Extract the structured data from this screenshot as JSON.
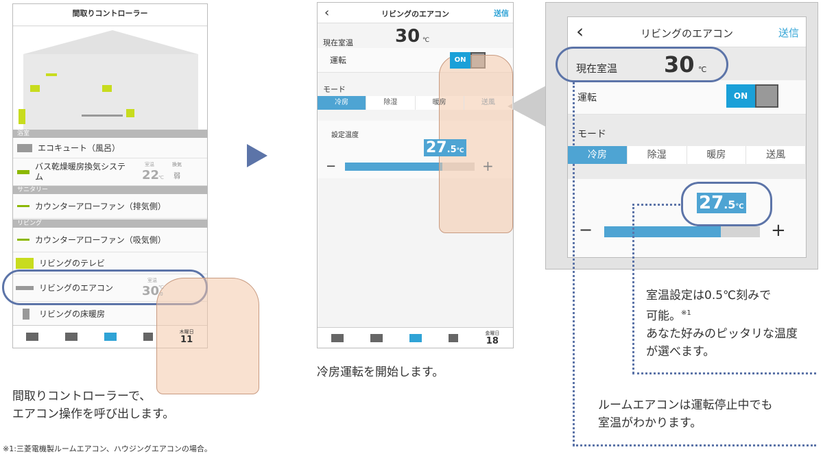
{
  "left_phone": {
    "title": "間取りコントローラー",
    "sections": [
      {
        "label": "浴室",
        "items": [
          {
            "name": "エコキュート（風呂）"
          },
          {
            "name": "バス乾燥暖房換気システム",
            "temp_label": "室温",
            "temp": "22",
            "temp_unit": "℃",
            "vent_label": "換気",
            "vent": "弱"
          }
        ]
      },
      {
        "label": "サニタリー",
        "items": [
          {
            "name": "カウンターアローファン（排気側）"
          }
        ]
      },
      {
        "label": "リビング",
        "items": [
          {
            "name": "カウンターアローファン（吸気側）"
          },
          {
            "name": "リビングのテレビ"
          },
          {
            "name": "リビングのエアコン",
            "temp_label": "室温",
            "temp": "30",
            "temp_unit": "℃",
            "temp_dec": ".0"
          },
          {
            "name": "リビングの床暖房"
          }
        ]
      }
    ],
    "tabbar": {
      "day_label": "木曜日",
      "day": "11"
    }
  },
  "middle_phone": {
    "title": "リビングのエアコン",
    "send": "送信",
    "room_temp_label": "現在室温",
    "room_temp": "30",
    "unit": "℃",
    "operation_label": "運転",
    "toggle": "ON",
    "mode_label": "モード",
    "modes": [
      "冷房",
      "除湿",
      "暖房",
      "送風"
    ],
    "active_mode": "冷房",
    "set_temp_label": "設定温度",
    "set_temp_int": "27",
    "set_temp_dec": ".5",
    "minus": "−",
    "plus": "+",
    "slider_level": 0.75,
    "tabbar": {
      "day_label": "金曜日",
      "day": "18"
    }
  },
  "zoom_view": {
    "title": "リビングのエアコン",
    "send": "送信",
    "room_temp_label": "現在室温",
    "room_temp": "30",
    "unit": "℃",
    "operation_label": "運転",
    "toggle": "ON",
    "mode_label": "モード",
    "modes": [
      "冷房",
      "除湿",
      "暖房",
      "送風"
    ],
    "set_temp_int": "27",
    "set_temp_dec": ".5",
    "minus": "−",
    "plus": "+",
    "slider_level": 0.75
  },
  "captions": {
    "step1_line1": "間取りコントローラーで、",
    "step1_line2": "エアコン操作を呼び出します。",
    "step2": "冷房運転を開始します。",
    "note1_line1": "室温設定は0.5℃刻みで",
    "note1_line2": "可能。",
    "note1_ref": "※1",
    "note1_line3": "あなた好みのピッタリな温度",
    "note1_line4": "が選べます。",
    "note2_line1": "ルームエアコンは運転停止中でも",
    "note2_line2": "室温がわかります。",
    "footnote": "※1:三菱電機製ルームエアコン、ハウジングエアコンの場合。"
  },
  "colors": {
    "accent": "#4ea4d3",
    "toggle": "#1aa0d8",
    "highlight": "#5c74a8",
    "device": "#c8dc1e"
  }
}
